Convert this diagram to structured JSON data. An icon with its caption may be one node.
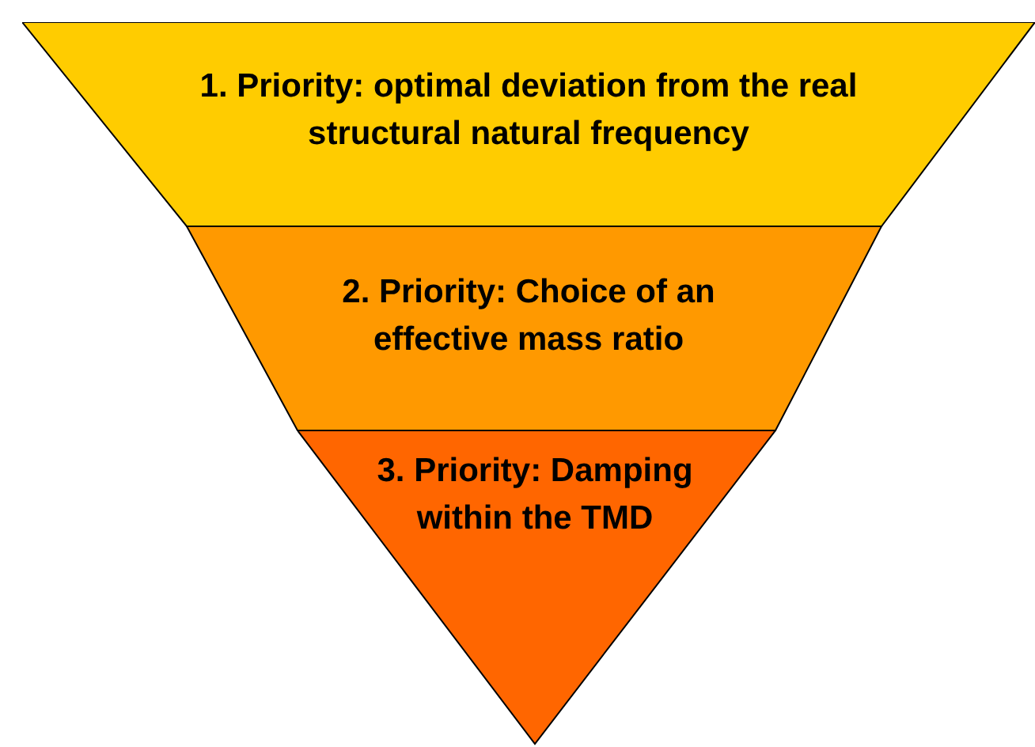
{
  "diagram": {
    "nodes": [
      {
        "text": [
          "1. Priority: optimal deviation from the real structural natural frequency"
        ]
      },
      {
        "text": [
          "2. Priority: Choice of an effective mass ratio"
        ]
      },
      {
        "text": [
          "3. Priority: Damping within the TMD"
        ]
      }
    ]
  }
}
